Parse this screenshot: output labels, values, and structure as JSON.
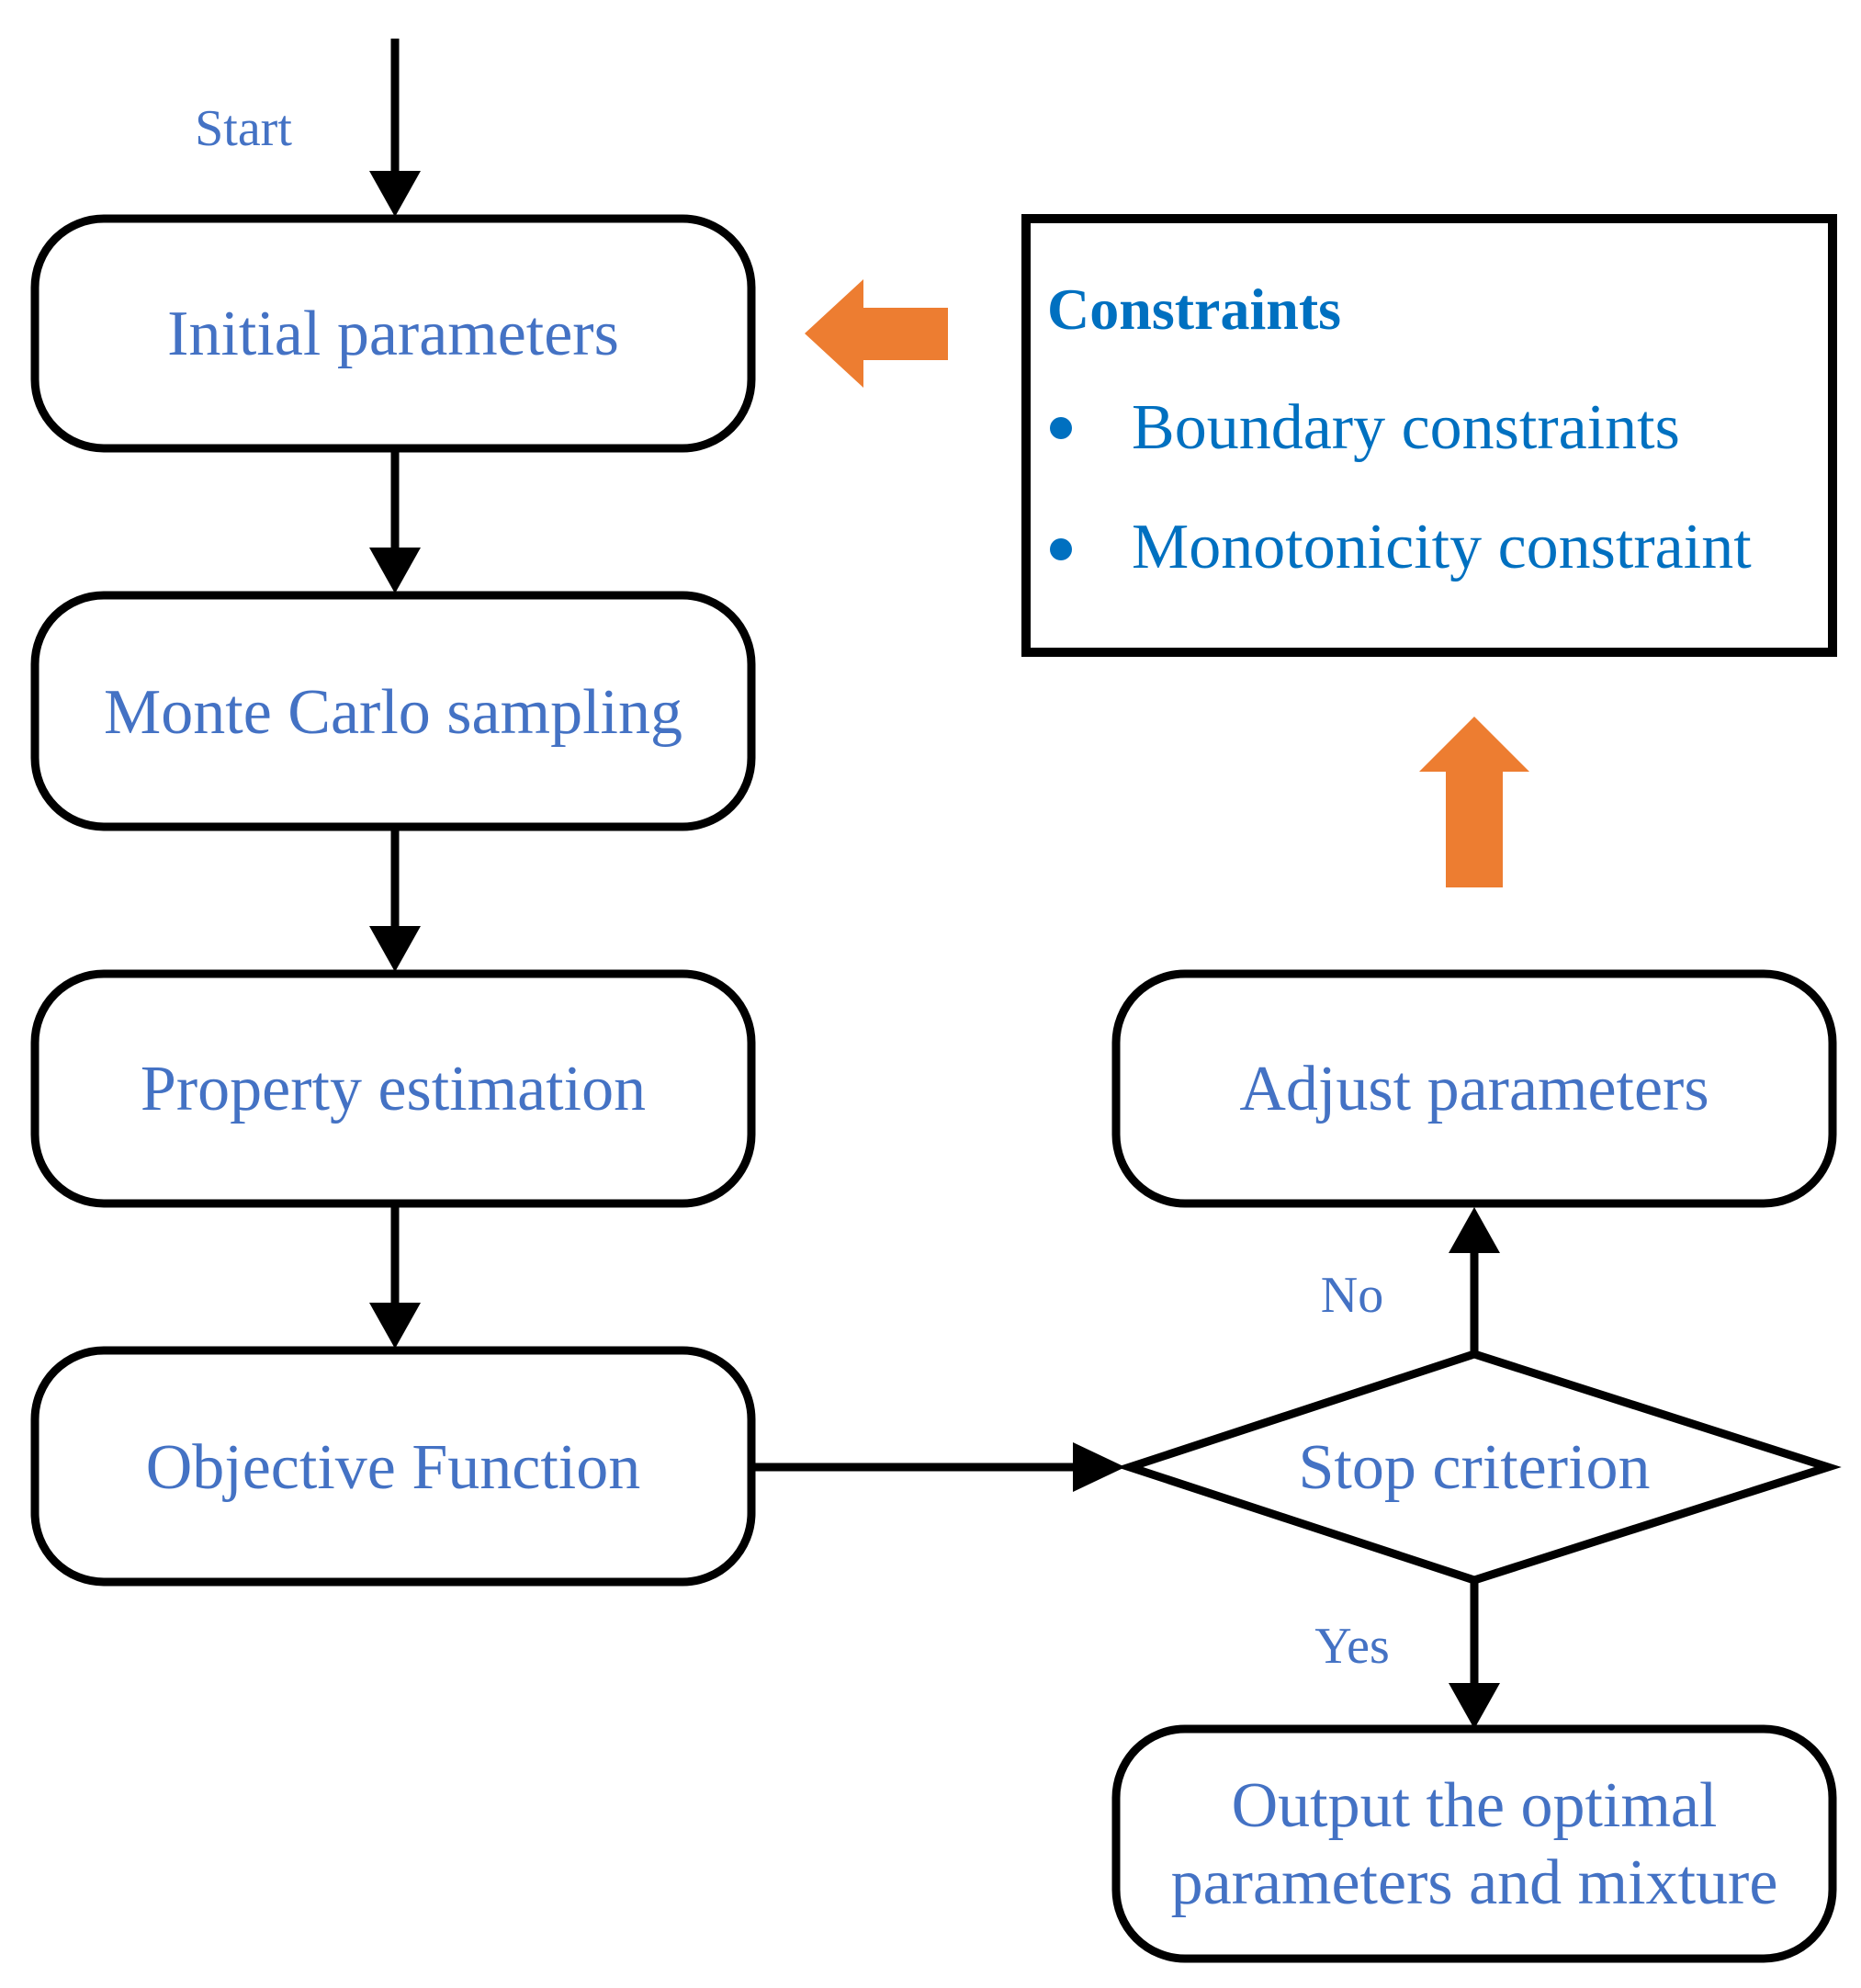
{
  "start_label": "Start",
  "nodes": {
    "initial": "Initial parameters",
    "monte_carlo": "Monte Carlo sampling",
    "property": "Property estimation",
    "objective": "Objective Function",
    "stop": "Stop criterion",
    "adjust": "Adjust parameters",
    "output_line1": "Output the optimal",
    "output_line2": "parameters and mixture"
  },
  "edge_labels": {
    "no": "No",
    "yes": "Yes"
  },
  "constraints": {
    "title": "Constraints",
    "items": [
      "Boundary constraints",
      "Monotonicity constraint"
    ]
  },
  "colors": {
    "text": "#4472c4",
    "constraints_text": "#0070c0",
    "highlight_arrow": "#ed7d31",
    "stroke": "#000000"
  }
}
